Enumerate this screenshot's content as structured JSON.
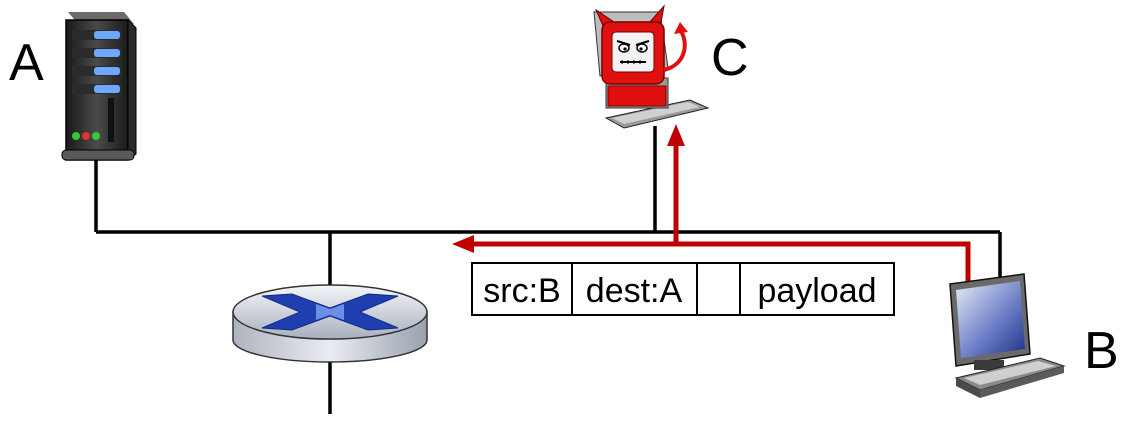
{
  "hosts": {
    "a": {
      "label": "A",
      "device": "server-icon"
    },
    "b": {
      "label": "B",
      "device": "laptop-icon"
    },
    "c": {
      "label": "C",
      "device": "malicious-host-icon"
    }
  },
  "router": {
    "device": "router-icon"
  },
  "packet": {
    "fields": [
      "src:B",
      "dest:A",
      "",
      "payload"
    ]
  },
  "colors": {
    "link": "#000000",
    "traffic": "#c00000",
    "router_body": "#cfd4dc",
    "router_mark": "#1f3fb0",
    "screen": "#2a3f9a",
    "devil": "#e01010"
  }
}
